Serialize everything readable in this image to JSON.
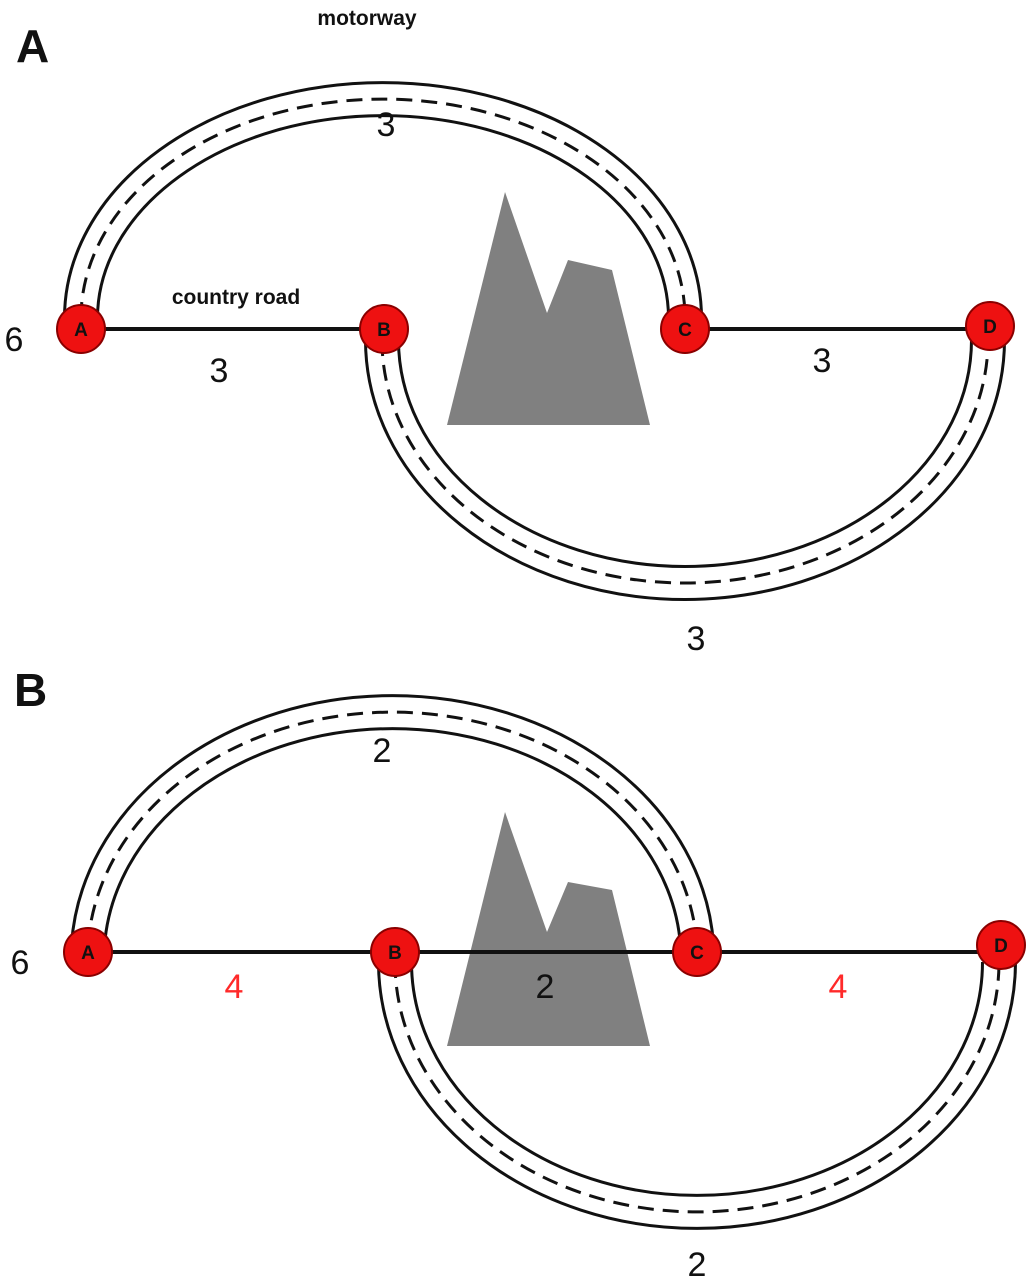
{
  "panels": [
    {
      "letter": "A",
      "motorway_label": "motorway",
      "country_road_label": "country road",
      "origin_demand": "6",
      "nodes": [
        "A",
        "B",
        "C",
        "D"
      ],
      "edges": {
        "motorway_AC": "3",
        "motorway_BD": "3",
        "country_AB": "3",
        "country_CD": "3"
      }
    },
    {
      "letter": "B",
      "origin_demand": "6",
      "nodes": [
        "A",
        "B",
        "C",
        "D"
      ],
      "edges": {
        "motorway_AC": "2",
        "motorway_BD": "2",
        "country_AB": "4",
        "country_BC": "2",
        "country_CD": "4"
      }
    }
  ],
  "colors": {
    "node_fill": "#ee1111",
    "highlight_value": "#ff2a2a",
    "mountain": "#808080",
    "road": "#111111"
  }
}
